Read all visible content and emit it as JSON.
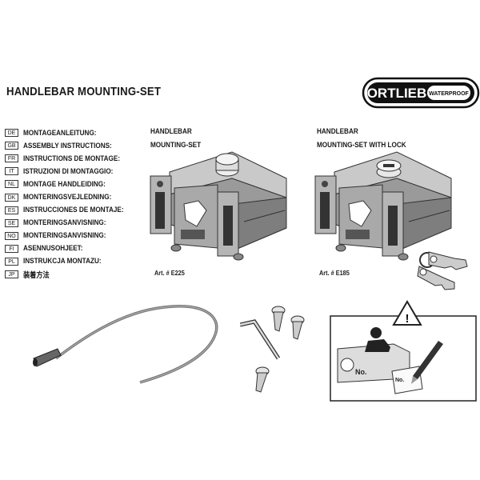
{
  "title": "HANDLEBAR MOUNTING-SET",
  "logo": {
    "brand": "ORTLIEB",
    "tag": "WATERPROOF"
  },
  "languages": [
    {
      "code": "DE",
      "text": "MONTAGEANLEITUNG:"
    },
    {
      "code": "GB",
      "text": "ASSEMBLY INSTRUCTIONS:"
    },
    {
      "code": "FR",
      "text": "INSTRUCTIONS DE MONTAGE:"
    },
    {
      "code": "IT",
      "text": "ISTRUZIONI DI MONTAGGIO:"
    },
    {
      "code": "NL",
      "text": "MONTAGE HANDLEIDING:"
    },
    {
      "code": "DK",
      "text": "MONTERINGSVEJLEDNING:"
    },
    {
      "code": "ES",
      "text": "INSTRUCCIONES DE MONTAJE:"
    },
    {
      "code": "SE",
      "text": "MONTERINGSANVISNING:"
    },
    {
      "code": "NO",
      "text": "MONTERINGSANVISNING:"
    },
    {
      "code": "FI",
      "text": "ASENNUSOHJEET:"
    },
    {
      "code": "PL",
      "text": "INSTRUKCJA MONTAZU:"
    },
    {
      "code": "JP",
      "text": "装着方法"
    }
  ],
  "products": [
    {
      "line1": "HANDLEBAR",
      "line2": "MOUNTING-SET",
      "art": "Art. # E225"
    },
    {
      "line1": "HANDLEBAR",
      "line2": "MOUNTING-SET WITH LOCK",
      "art": "Art. # E185"
    }
  ],
  "warning": {
    "symbol": "!",
    "card_label": "No.",
    "note_label": "No."
  }
}
